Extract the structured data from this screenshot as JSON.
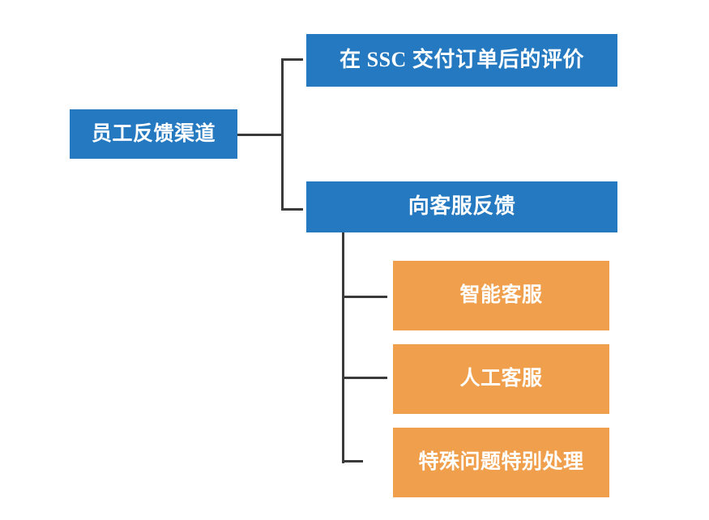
{
  "diagram": {
    "title": "员工反馈渠道",
    "colors": {
      "blue": "#2479c0",
      "orange": "#f09f4c",
      "connector": "#3a3a3a",
      "background": "#ffffff",
      "text": "#ffffff"
    },
    "nodes": {
      "root": {
        "label": "员工反馈渠道",
        "level": 1,
        "color": "#2479c0"
      },
      "ssc_eval": {
        "label": "在 SSC 交付订单后的评价",
        "level": 2,
        "color": "#2479c0"
      },
      "service_feedback": {
        "label": "向客服反馈",
        "level": 2,
        "color": "#2479c0"
      },
      "smart_service": {
        "label": "智能客服",
        "level": 3,
        "color": "#f09f4c"
      },
      "human_service": {
        "label": "人工客服",
        "level": 3,
        "color": "#f09f4c"
      },
      "special_handling": {
        "label": "特殊问题特别处理",
        "level": 3,
        "color": "#f09f4c"
      }
    },
    "edges": [
      {
        "from": "root",
        "to": "ssc_eval"
      },
      {
        "from": "root",
        "to": "service_feedback"
      },
      {
        "from": "service_feedback",
        "to": "smart_service"
      },
      {
        "from": "service_feedback",
        "to": "human_service"
      },
      {
        "from": "service_feedback",
        "to": "special_handling"
      }
    ]
  }
}
